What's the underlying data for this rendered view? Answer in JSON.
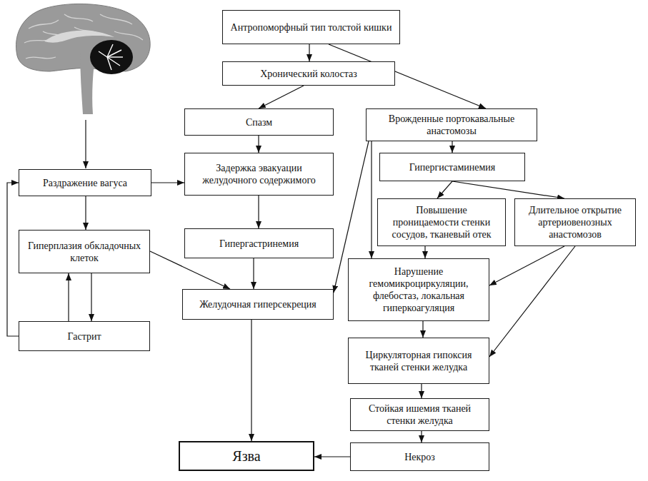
{
  "diagram": {
    "nodes": [
      {
        "text": [
          "Антропоморфный тип толстой кишки"
        ]
      },
      {
        "text": [
          "Хронический колостаз"
        ]
      },
      {
        "text": [
          "Спазм"
        ]
      },
      {
        "text": [
          "Врожденные портокавальные анастомозы"
        ]
      },
      {
        "text": [
          "Раздражение вагуса"
        ]
      },
      {
        "text": [
          "Задержка эвакуации желудочного содержимого"
        ]
      },
      {
        "text": [
          "Гипергистаминемия"
        ]
      },
      {
        "text": [
          "Повышение проницаемости стенки сосудов, тканевый отек"
        ]
      },
      {
        "text": [
          "Длительное открытие артериовенозных анастомозов"
        ]
      },
      {
        "text": [
          "Гиперплазия обкладочных клеток"
        ]
      },
      {
        "text": [
          "Гипергастринемия"
        ]
      },
      {
        "text": [
          "Нарушение гемомикроциркуляции, флебостаз, локальная гиперкоагуляция"
        ]
      },
      {
        "text": [
          "Желудочная гиперсекреция"
        ]
      },
      {
        "text": [
          "Гастрит"
        ]
      },
      {
        "text": [
          "Циркуляторная гипоксия тканей стенки желудка"
        ]
      },
      {
        "text": [
          "Стойкая ишемия тканей стенки желудка"
        ]
      },
      {
        "text": [
          "Язва"
        ]
      },
      {
        "text": [
          "Некроз"
        ]
      }
    ],
    "edges": [
      {
        "from": 0,
        "to": 1,
        "arrow": "to"
      },
      {
        "from": 0,
        "to": 3,
        "arrow": "to"
      },
      {
        "from": 1,
        "to": 2,
        "arrow": "to"
      },
      {
        "from": 2,
        "to": 5,
        "arrow": "to"
      },
      {
        "from": 3,
        "to": 12,
        "arrow": "to"
      },
      {
        "from": 3,
        "to": 11,
        "arrow": "to"
      },
      {
        "from": 3,
        "to": 6,
        "arrow": "to"
      },
      {
        "from": 4,
        "to": 5,
        "arrow": "to"
      },
      {
        "from": 4,
        "to": 9,
        "arrow": "to"
      },
      {
        "from": 6,
        "to": 7,
        "arrow": "to"
      },
      {
        "from": 6,
        "to": 8,
        "arrow": "to"
      },
      {
        "from": 9,
        "to": 12,
        "arrow": "to"
      },
      {
        "from": 9,
        "to": 13,
        "arrow": "to"
      },
      {
        "from": 13,
        "to": 9,
        "arrow": "to"
      },
      {
        "from": 13,
        "to": 4,
        "arrow": "to"
      },
      {
        "from": 5,
        "to": 10,
        "arrow": "to"
      },
      {
        "from": 7,
        "to": 11,
        "arrow": "to"
      },
      {
        "from": 10,
        "to": 12,
        "arrow": "to"
      },
      {
        "from": 8,
        "to": 11,
        "arrow": "to"
      },
      {
        "from": 8,
        "to": 14,
        "arrow": "to"
      },
      {
        "from": 11,
        "to": 14,
        "arrow": "to"
      },
      {
        "from": 12,
        "to": 16,
        "arrow": "to"
      },
      {
        "from": 14,
        "to": 15,
        "arrow": "to"
      },
      {
        "from": 15,
        "to": 17,
        "arrow": "to"
      },
      {
        "from": 17,
        "to": 16,
        "arrow": "to"
      }
    ]
  }
}
